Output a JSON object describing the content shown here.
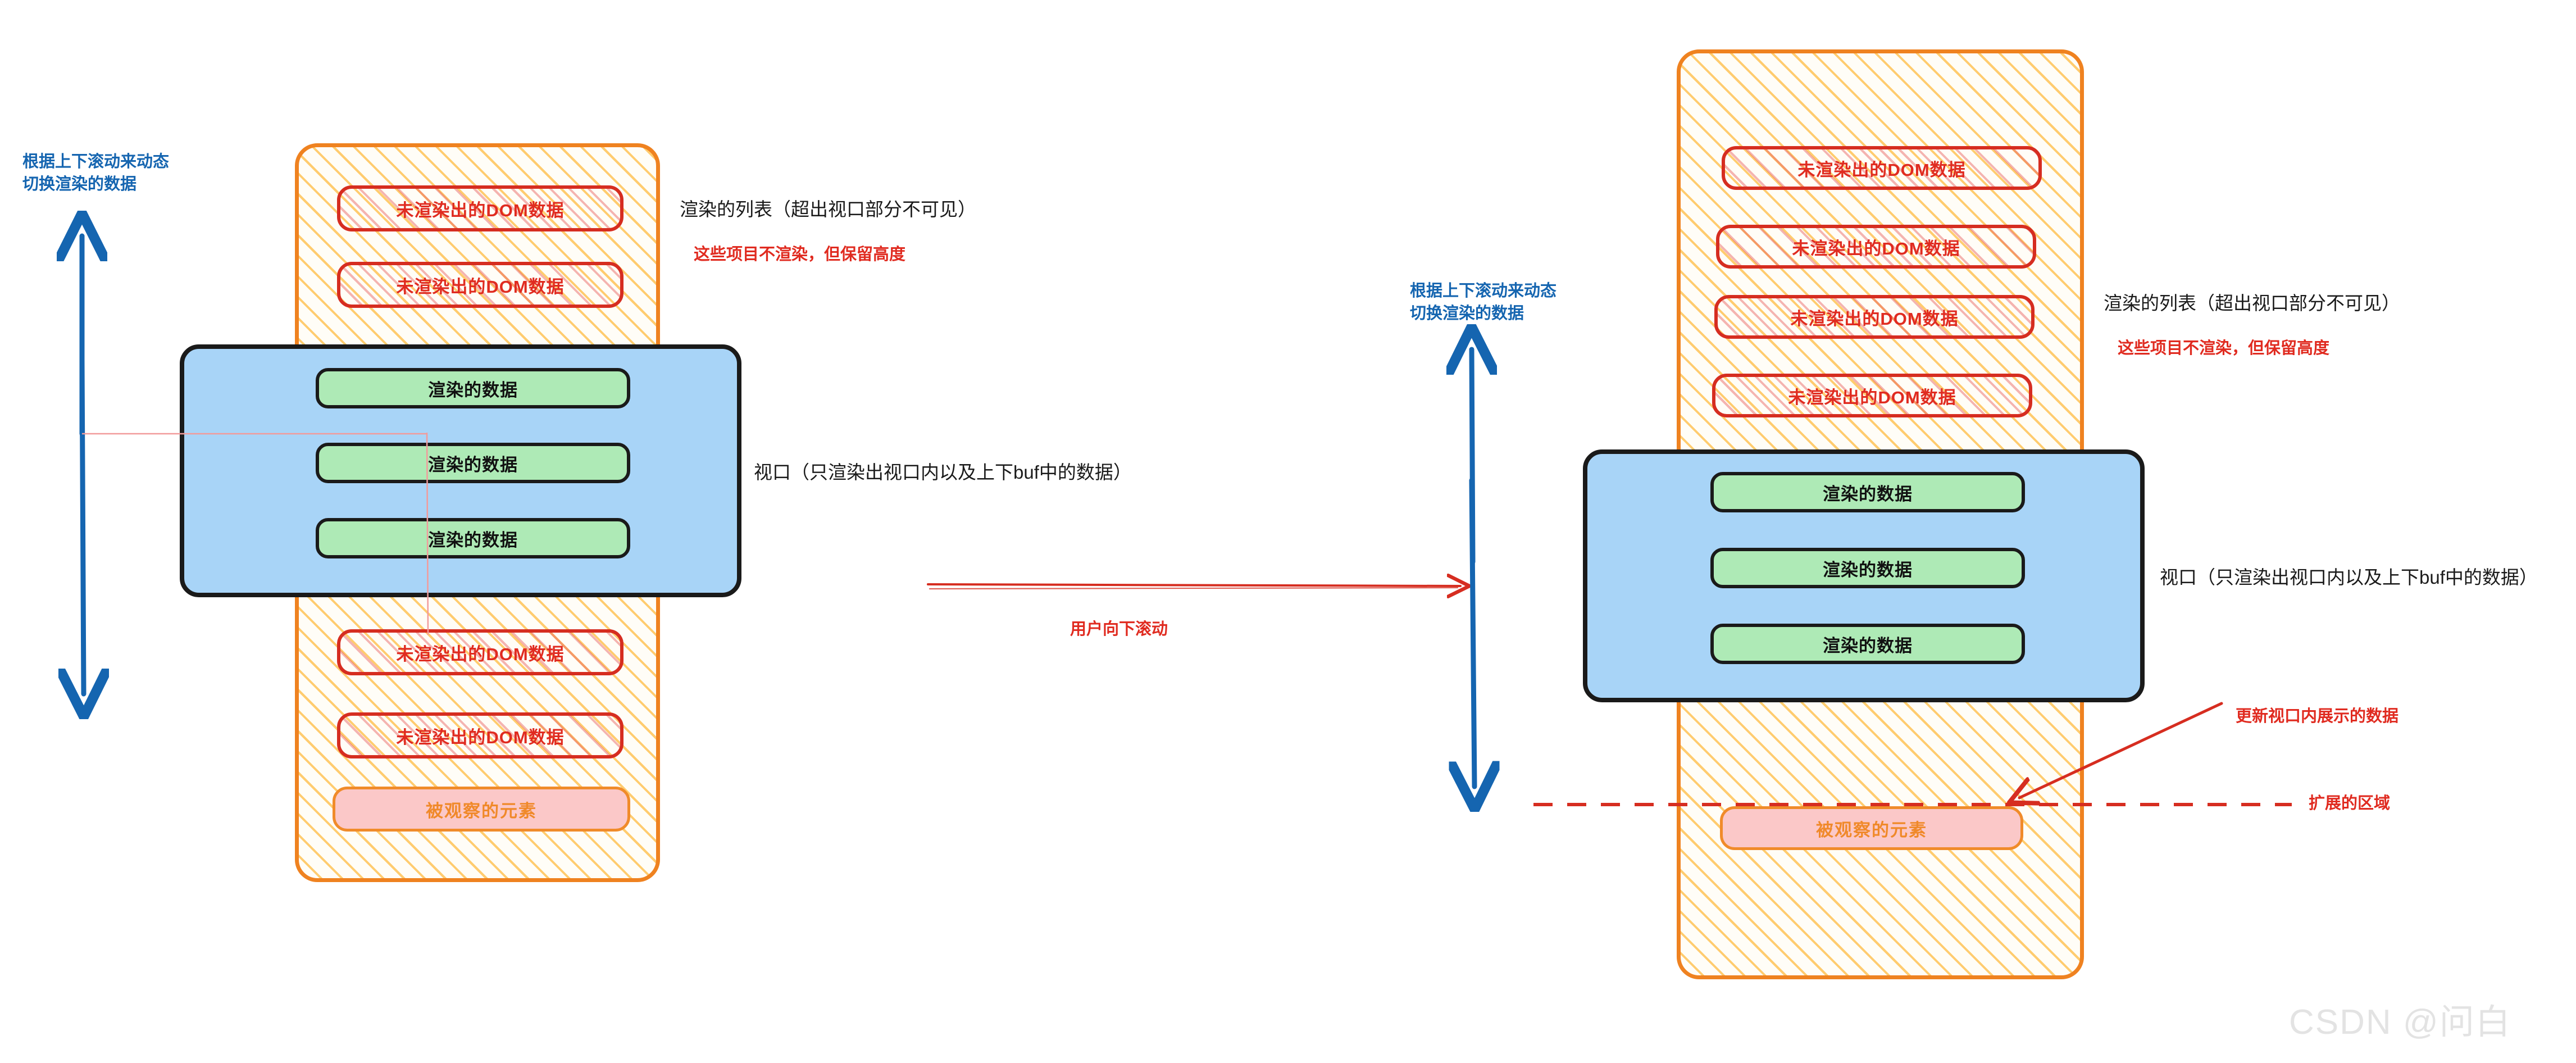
{
  "diagram": {
    "title_semantic": "virtual-list-scroll-diagram",
    "colors": {
      "container_border": "#ef8220",
      "container_hatch": "#ffc457",
      "unrendered_border": "#d62d20",
      "unrendered_text": "#e02b20",
      "rendered_fill": "#aeeab6",
      "rendered_border": "#1a1a1a",
      "observed_fill": "#fbc8c8",
      "observed_border": "#f08b2a",
      "observed_text": "#f0892a",
      "viewport_fill": "#a8d4f7",
      "viewport_border": "#1a1a1a",
      "scroll_arrow": "#1565b0",
      "annotation_red": "#e02b20",
      "annotation_blue": "#1565b0",
      "guide_line": "#f29b9b",
      "dashed_line": "#d62d20",
      "watermark": "#e3e3e3"
    }
  },
  "left_panel": {
    "scroll_note": "根据上下滚动来动态\n切换渲染的数据",
    "items_above": [
      {
        "label": "未渲染出的DOM数据"
      },
      {
        "label": "未渲染出的DOM数据"
      }
    ],
    "viewport_items": [
      {
        "label": "渲染的数据"
      },
      {
        "label": "渲染的数据"
      },
      {
        "label": "渲染的数据"
      }
    ],
    "items_below": [
      {
        "label": "未渲染出的DOM数据"
      },
      {
        "label": "未渲染出的DOM数据"
      }
    ],
    "observed_element": {
      "label": "被观察的元素"
    },
    "annotations": {
      "list_note": "渲染的列表（超出视口部分不可见）",
      "placeholder_note": "这些项目不渲染，但保留高度",
      "viewport_note": "视口（只渲染出视口内以及上下buf中的数据）"
    }
  },
  "transition": {
    "arrow_label": "用户向下滚动"
  },
  "right_panel": {
    "scroll_note": "根据上下滚动来动态\n切换渲染的数据",
    "items_above": [
      {
        "label": "未渲染出的DOM数据"
      },
      {
        "label": "未渲染出的DOM数据"
      },
      {
        "label": "未渲染出的DOM数据"
      },
      {
        "label": "未渲染出的DOM数据"
      }
    ],
    "viewport_items": [
      {
        "label": "渲染的数据"
      },
      {
        "label": "渲染的数据"
      },
      {
        "label": "渲染的数据"
      }
    ],
    "observed_element": {
      "label": "被观察的元素"
    },
    "annotations": {
      "list_note": "渲染的列表（超出视口部分不可见）",
      "placeholder_note": "这些项目不渲染，但保留高度",
      "viewport_note": "视口（只渲染出视口内以及上下buf中的数据）",
      "update_note": "更新视口内展示的数据",
      "expand_note": "扩展的区域"
    }
  },
  "watermark": {
    "text": "CSDN @问白"
  }
}
